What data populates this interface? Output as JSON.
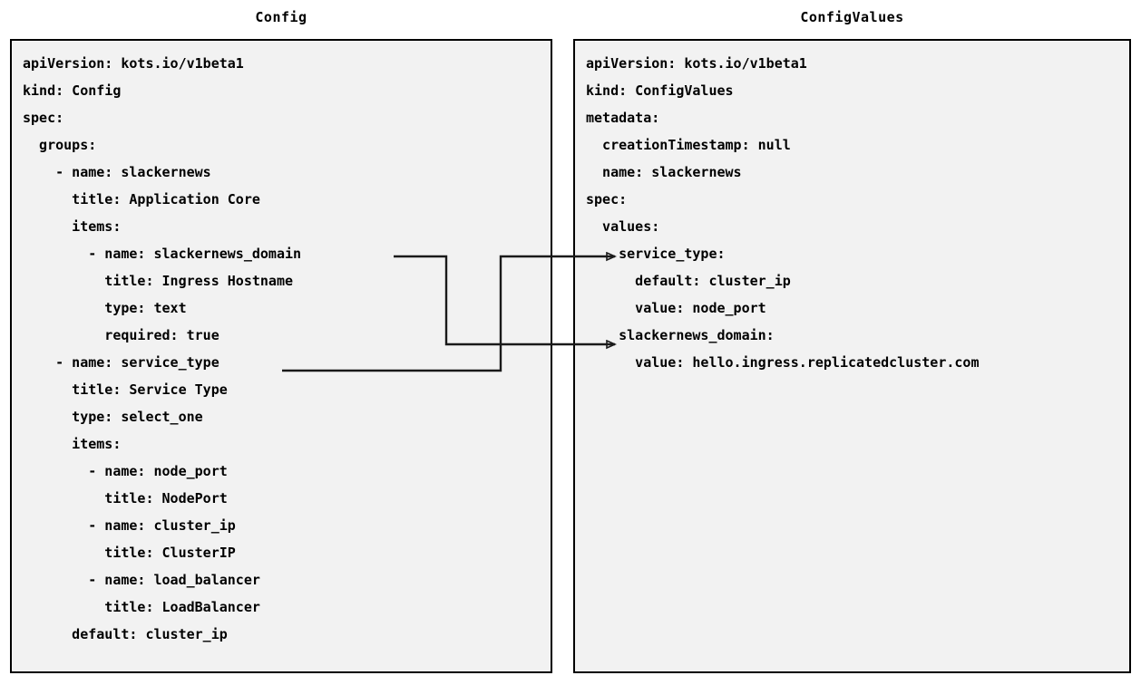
{
  "diagram": {
    "title_left": "Config",
    "title_right": "ConfigValues",
    "colors": {
      "panel_background": "#f2f2f2",
      "panel_border": "#000000",
      "text": "#000000",
      "connector": "#000000",
      "page_background": "#ffffff"
    }
  },
  "config": {
    "title": "Config",
    "lines": [
      "apiVersion: kots.io/v1beta1",
      "kind: Config",
      "spec:",
      "  groups:",
      "    - name: slackernews",
      "      title: Application Core",
      "      items:",
      "        - name: slackernews_domain",
      "          title: Ingress Hostname",
      "          type: text",
      "          required: true",
      "    - name: service_type",
      "      title: Service Type",
      "      type: select_one",
      "      items:",
      "        - name: node_port",
      "          title: NodePort",
      "        - name: cluster_ip",
      "          title: ClusterIP",
      "        - name: load_balancer",
      "          title: LoadBalancer",
      "      default: cluster_ip"
    ]
  },
  "config_values": {
    "title": "ConfigValues",
    "lines": [
      "apiVersion: kots.io/v1beta1",
      "kind: ConfigValues",
      "metadata:",
      "  creationTimestamp: null",
      "  name: slackernews",
      "spec:",
      "  values:",
      "    service_type:",
      "      default: cluster_ip",
      "      value: node_port",
      "    slackernews_domain:",
      "      value: hello.ingress.replicatedcluster.com"
    ]
  },
  "connectors": [
    {
      "name": "slackernews-domain-link",
      "from_label": "slackernews_domain",
      "to_label": "slackernews_domain:",
      "arrowhead": "open-triangle"
    },
    {
      "name": "service-type-link",
      "from_label": "service_type",
      "to_label": "service_type:",
      "arrowhead": "open-triangle"
    }
  ]
}
